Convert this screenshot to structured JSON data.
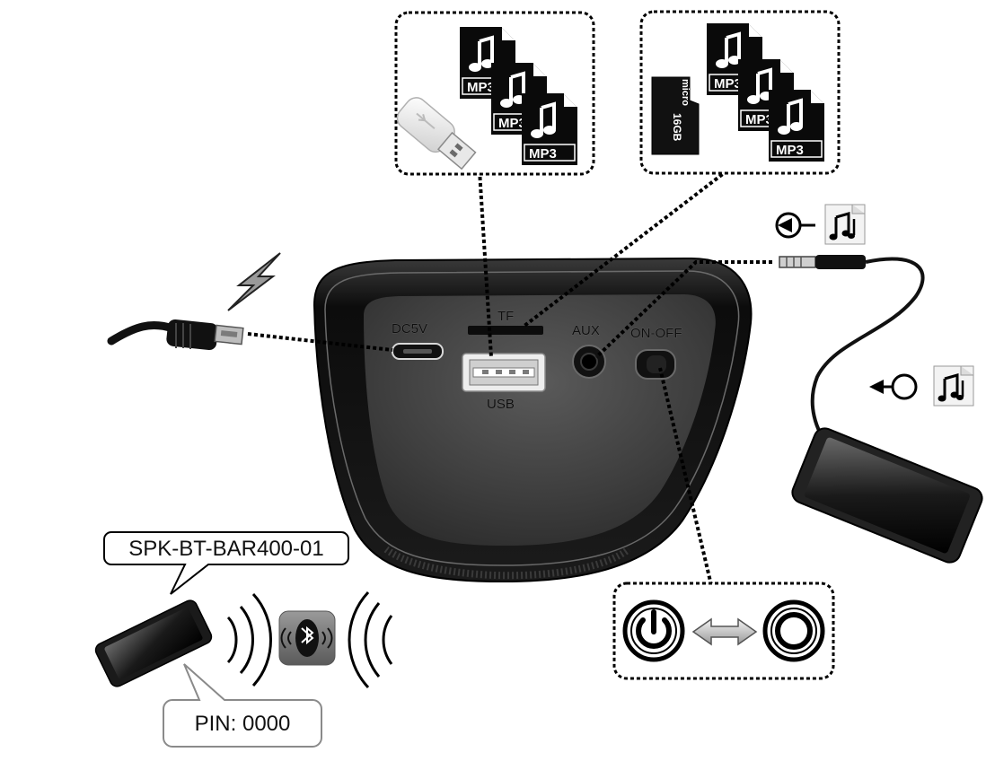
{
  "ports": {
    "dc": "DC5V",
    "tf": "TF",
    "aux": "AUX",
    "power": "ON-OFF",
    "usb": "USB"
  },
  "files": {
    "mp3": "MP3",
    "card_capacity": "16GB",
    "card_type": "micro"
  },
  "bluetooth": {
    "device_name": "SPK-BT-BAR400-01",
    "pin": "PIN: 0000"
  },
  "icons": {
    "charge": "lightning-icon",
    "power_on": "power-on-icon",
    "power_off": "power-off-icon",
    "toggle": "double-arrow-icon",
    "bluetooth": "bluetooth-icon",
    "audio_out": "audio-out-icon",
    "audio_in": "audio-in-icon"
  },
  "colors": {
    "speaker_body": "#1a1a1a",
    "panel": "#464646",
    "ink": "#000000"
  }
}
